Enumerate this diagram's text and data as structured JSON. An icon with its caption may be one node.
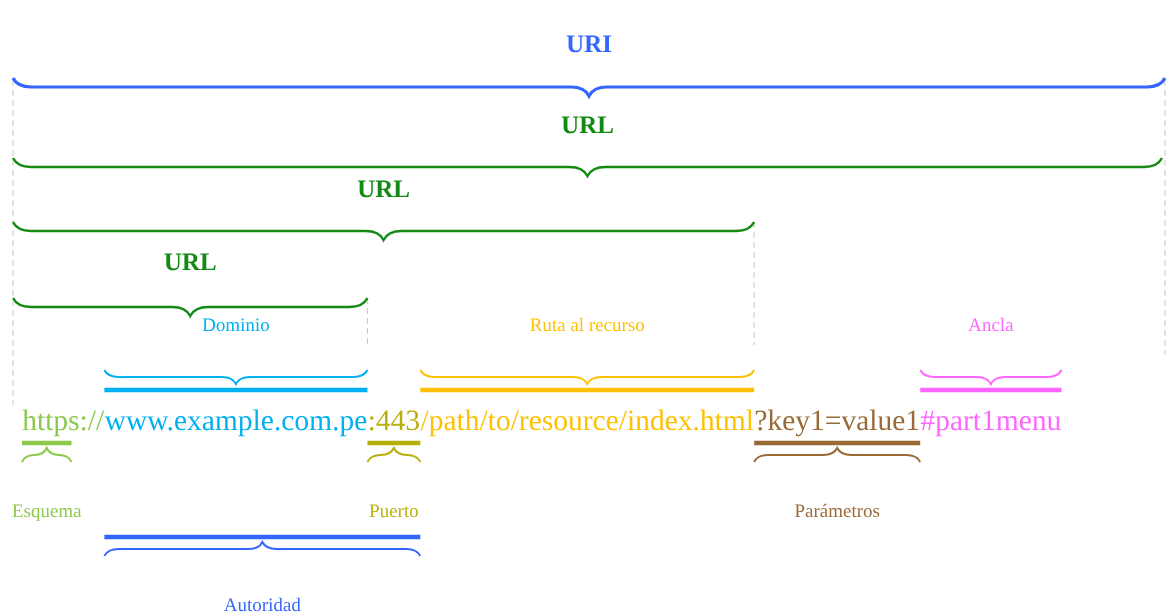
{
  "diagram": {
    "labels": [
      "URI",
      "URL",
      "URL",
      "URL",
      "Dominio",
      "Ruta al recurso",
      "Ancla",
      "https://",
      "www.example.com.pe",
      ":443",
      "/path/to/resource/index.html",
      "?key1=value1",
      "#part1menu",
      "Esquema",
      "Puerto",
      "Parámetros",
      "Autoridad"
    ]
  }
}
